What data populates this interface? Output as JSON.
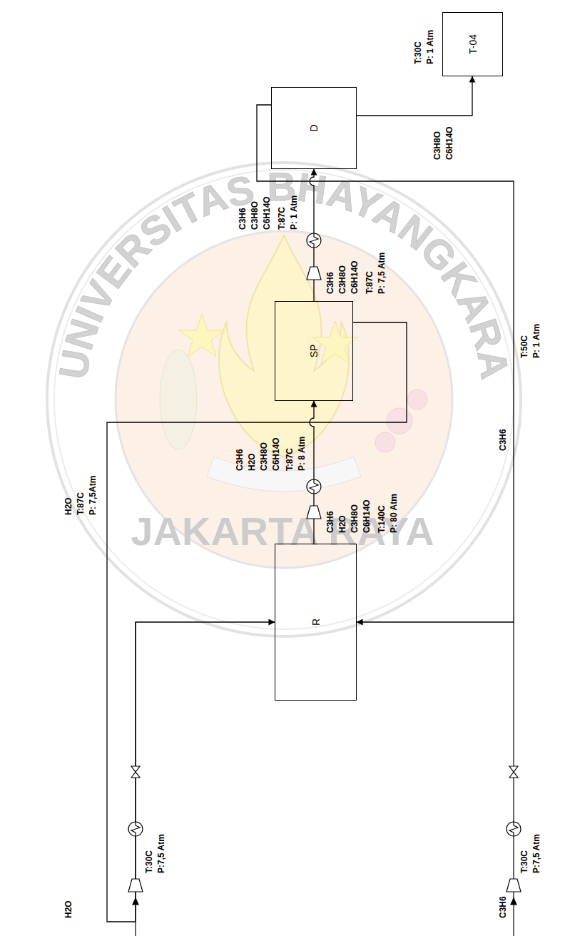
{
  "diagram": {
    "nodes": [
      {
        "text": [
          "R"
        ]
      },
      {
        "text": [
          "SP"
        ]
      },
      {
        "text": [
          "D"
        ]
      },
      {
        "text": [
          "T-04"
        ]
      }
    ],
    "edges": [
      {
        "from": 0,
        "to": 1,
        "arrow": "to"
      },
      {
        "from": 1,
        "to": 2,
        "arrow": "to"
      },
      {
        "from": 2,
        "to": 3,
        "arrow": "to"
      },
      {
        "from": 1,
        "to": 0,
        "arrow": "to"
      },
      {
        "from": 2,
        "to": 0,
        "arrow": "to"
      }
    ],
    "labels": [
      "H2O",
      "T:30C",
      "P:7,5 Atm",
      "C3H6",
      "T:30C",
      "P:7,5 Atm",
      "H2O",
      "T:87C",
      "P: 7,5Atm",
      "C3H6",
      "H2O",
      "C3H8O",
      "C6H14O",
      "T:140C",
      "P: 80 Atm",
      "C3H6",
      "H2O",
      "C3H8O",
      "C6H14O",
      "T:87C",
      "P: 8 Atm",
      "C3H6",
      "C3H8O",
      "C6H14O",
      "T:87C",
      "P: 7,5 Atm",
      "C3H6",
      "C3H8O",
      "C6H14O",
      "T:87C",
      "P: 1 Atm",
      "C3H6",
      "T:50C",
      "P: 1 Atm",
      "C3H8O",
      "C6H14O",
      "T:30C",
      "P: 1 Atm",
      "UNIVERSITAS BHAYANGKARA",
      "JAKARTA RAYA"
    ]
  }
}
